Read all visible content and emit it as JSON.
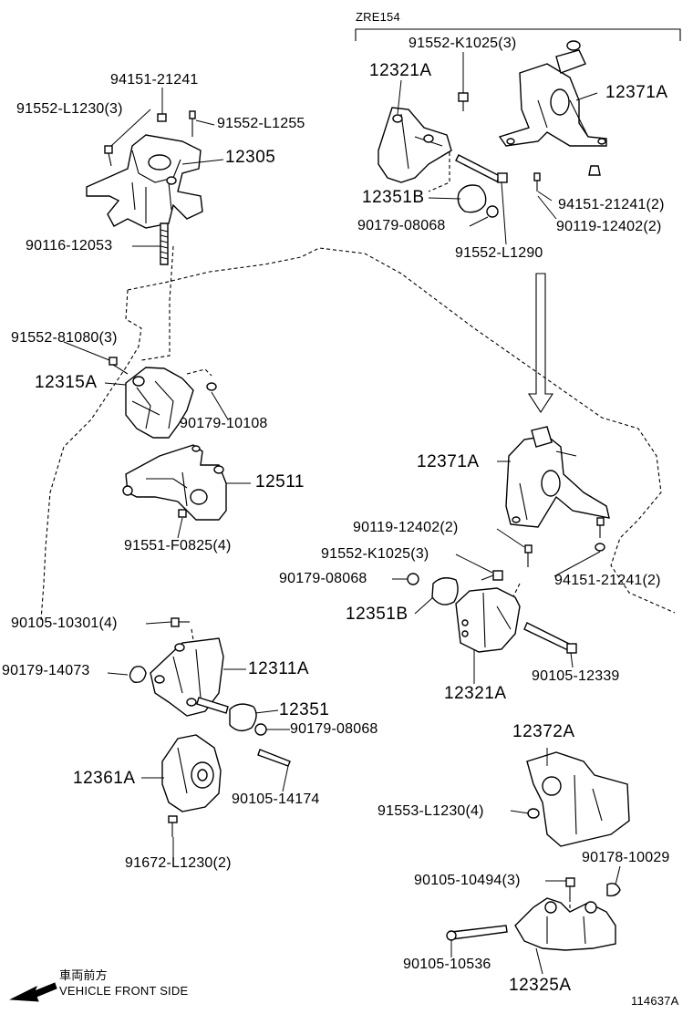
{
  "model_label": "ZRE154",
  "figure_id": "114637A",
  "direction": {
    "japanese": "車両前方",
    "english": "VEHICLE FRONT SIDE"
  },
  "parts": {
    "p94151_21241": "94151-21241",
    "p91552_L1230_3": "91552-L1230(3)",
    "p91552_L1255": "91552-L1255",
    "p12305": "12305",
    "p90116_12053": "90116-12053",
    "p91552_81080_3": "91552-81080(3)",
    "p12315A": "12315A",
    "p90179_10108": "90179-10108",
    "p12511": "12511",
    "p91551_F0825_4": "91551-F0825(4)",
    "p90105_10301_4": "90105-10301(4)",
    "p90179_14073": "90179-14073",
    "p12311A": "12311A",
    "p12351": "12351",
    "p90179_08068_a": "90179-08068",
    "p12361A": "12361A",
    "p90105_14174": "90105-14174",
    "p91672_L1230_2": "91672-L1230(2)",
    "p91552_K1025_3_a": "91552-K1025(3)",
    "p12321A_a": "12321A",
    "p12371A_a": "12371A",
    "p12351B_a": "12351B",
    "p90179_08068_b": "90179-08068",
    "p91552_L1290": "91552-L1290",
    "p94151_21241_2_a": "94151-21241(2)",
    "p90119_12402_2_a": "90119-12402(2)",
    "p12371A_b": "12371A",
    "p90119_12402_2_b": "90119-12402(2)",
    "p91552_K1025_3_b": "91552-K1025(3)",
    "p90179_08068_c": "90179-08068",
    "p94151_21241_2_b": "94151-21241(2)",
    "p12351B_b": "12351B",
    "p90105_12339": "90105-12339",
    "p12321A_b": "12321A",
    "p12372A": "12372A",
    "p91553_L1230_4": "91553-L1230(4)",
    "p90178_10029": "90178-10029",
    "p90105_10494_3": "90105-10494(3)",
    "p90105_10536": "90105-10536",
    "p12325A": "12325A"
  }
}
